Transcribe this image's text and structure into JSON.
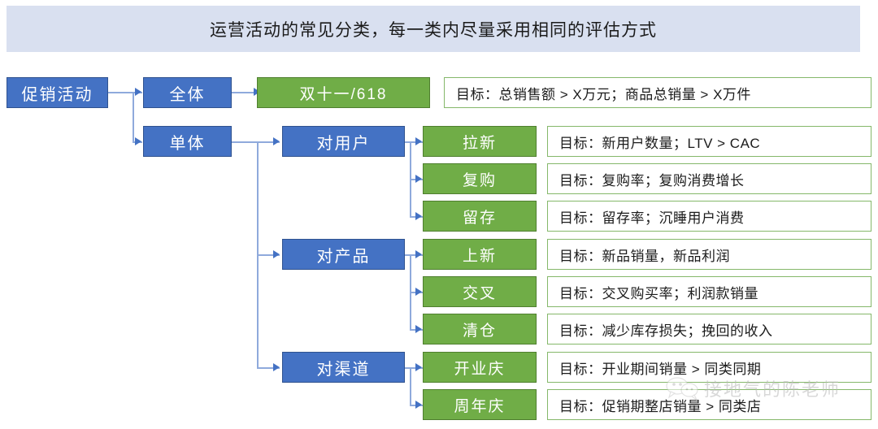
{
  "title": {
    "text": "运营活动的常见分类，每一类内尽量采用相同的评估方式"
  },
  "colors": {
    "banner_bg": "#D9E0F0",
    "blue_fill": "#4472C4",
    "blue_border": "#2F528F",
    "green_fill": "#70AD47",
    "green_border": "#4F7F2F",
    "desc_border": "#85B86A",
    "connector": "#8FAADC",
    "text_dark": "#1B1B1B",
    "text_light": "#FFFFFF"
  },
  "root": {
    "label": "促销活动"
  },
  "level1": [
    {
      "label": "全体"
    },
    {
      "label": "单体"
    }
  ],
  "level2": [
    {
      "label": "对用户"
    },
    {
      "label": "对产品"
    },
    {
      "label": "对渠道"
    }
  ],
  "level3": [
    {
      "label": "双十一/618"
    },
    {
      "label": "拉新"
    },
    {
      "label": "复购"
    },
    {
      "label": "留存"
    },
    {
      "label": "上新"
    },
    {
      "label": "交叉"
    },
    {
      "label": "清仓"
    },
    {
      "label": "开业庆"
    },
    {
      "label": "周年庆"
    }
  ],
  "goals": [
    {
      "text": "目标：总销售额 > X万元；商品总销量 > X万件"
    },
    {
      "text": "目标：新用户数量；LTV > CAC"
    },
    {
      "text": "目标：复购率；复购消费增长"
    },
    {
      "text": "目标：留存率；沉睡用户消费"
    },
    {
      "text": "目标：新品销量，新品利润"
    },
    {
      "text": "目标：交叉购买率；利润款销量"
    },
    {
      "text": "目标：减少库存损失；挽回的收入"
    },
    {
      "text": "目标：开业期间销量 > 同类同期"
    },
    {
      "text": "目标：促销期整店销量 > 同类店"
    }
  ],
  "watermark": {
    "text": "接地气的陈老师",
    "icon": "wechat-bubble-icon"
  }
}
